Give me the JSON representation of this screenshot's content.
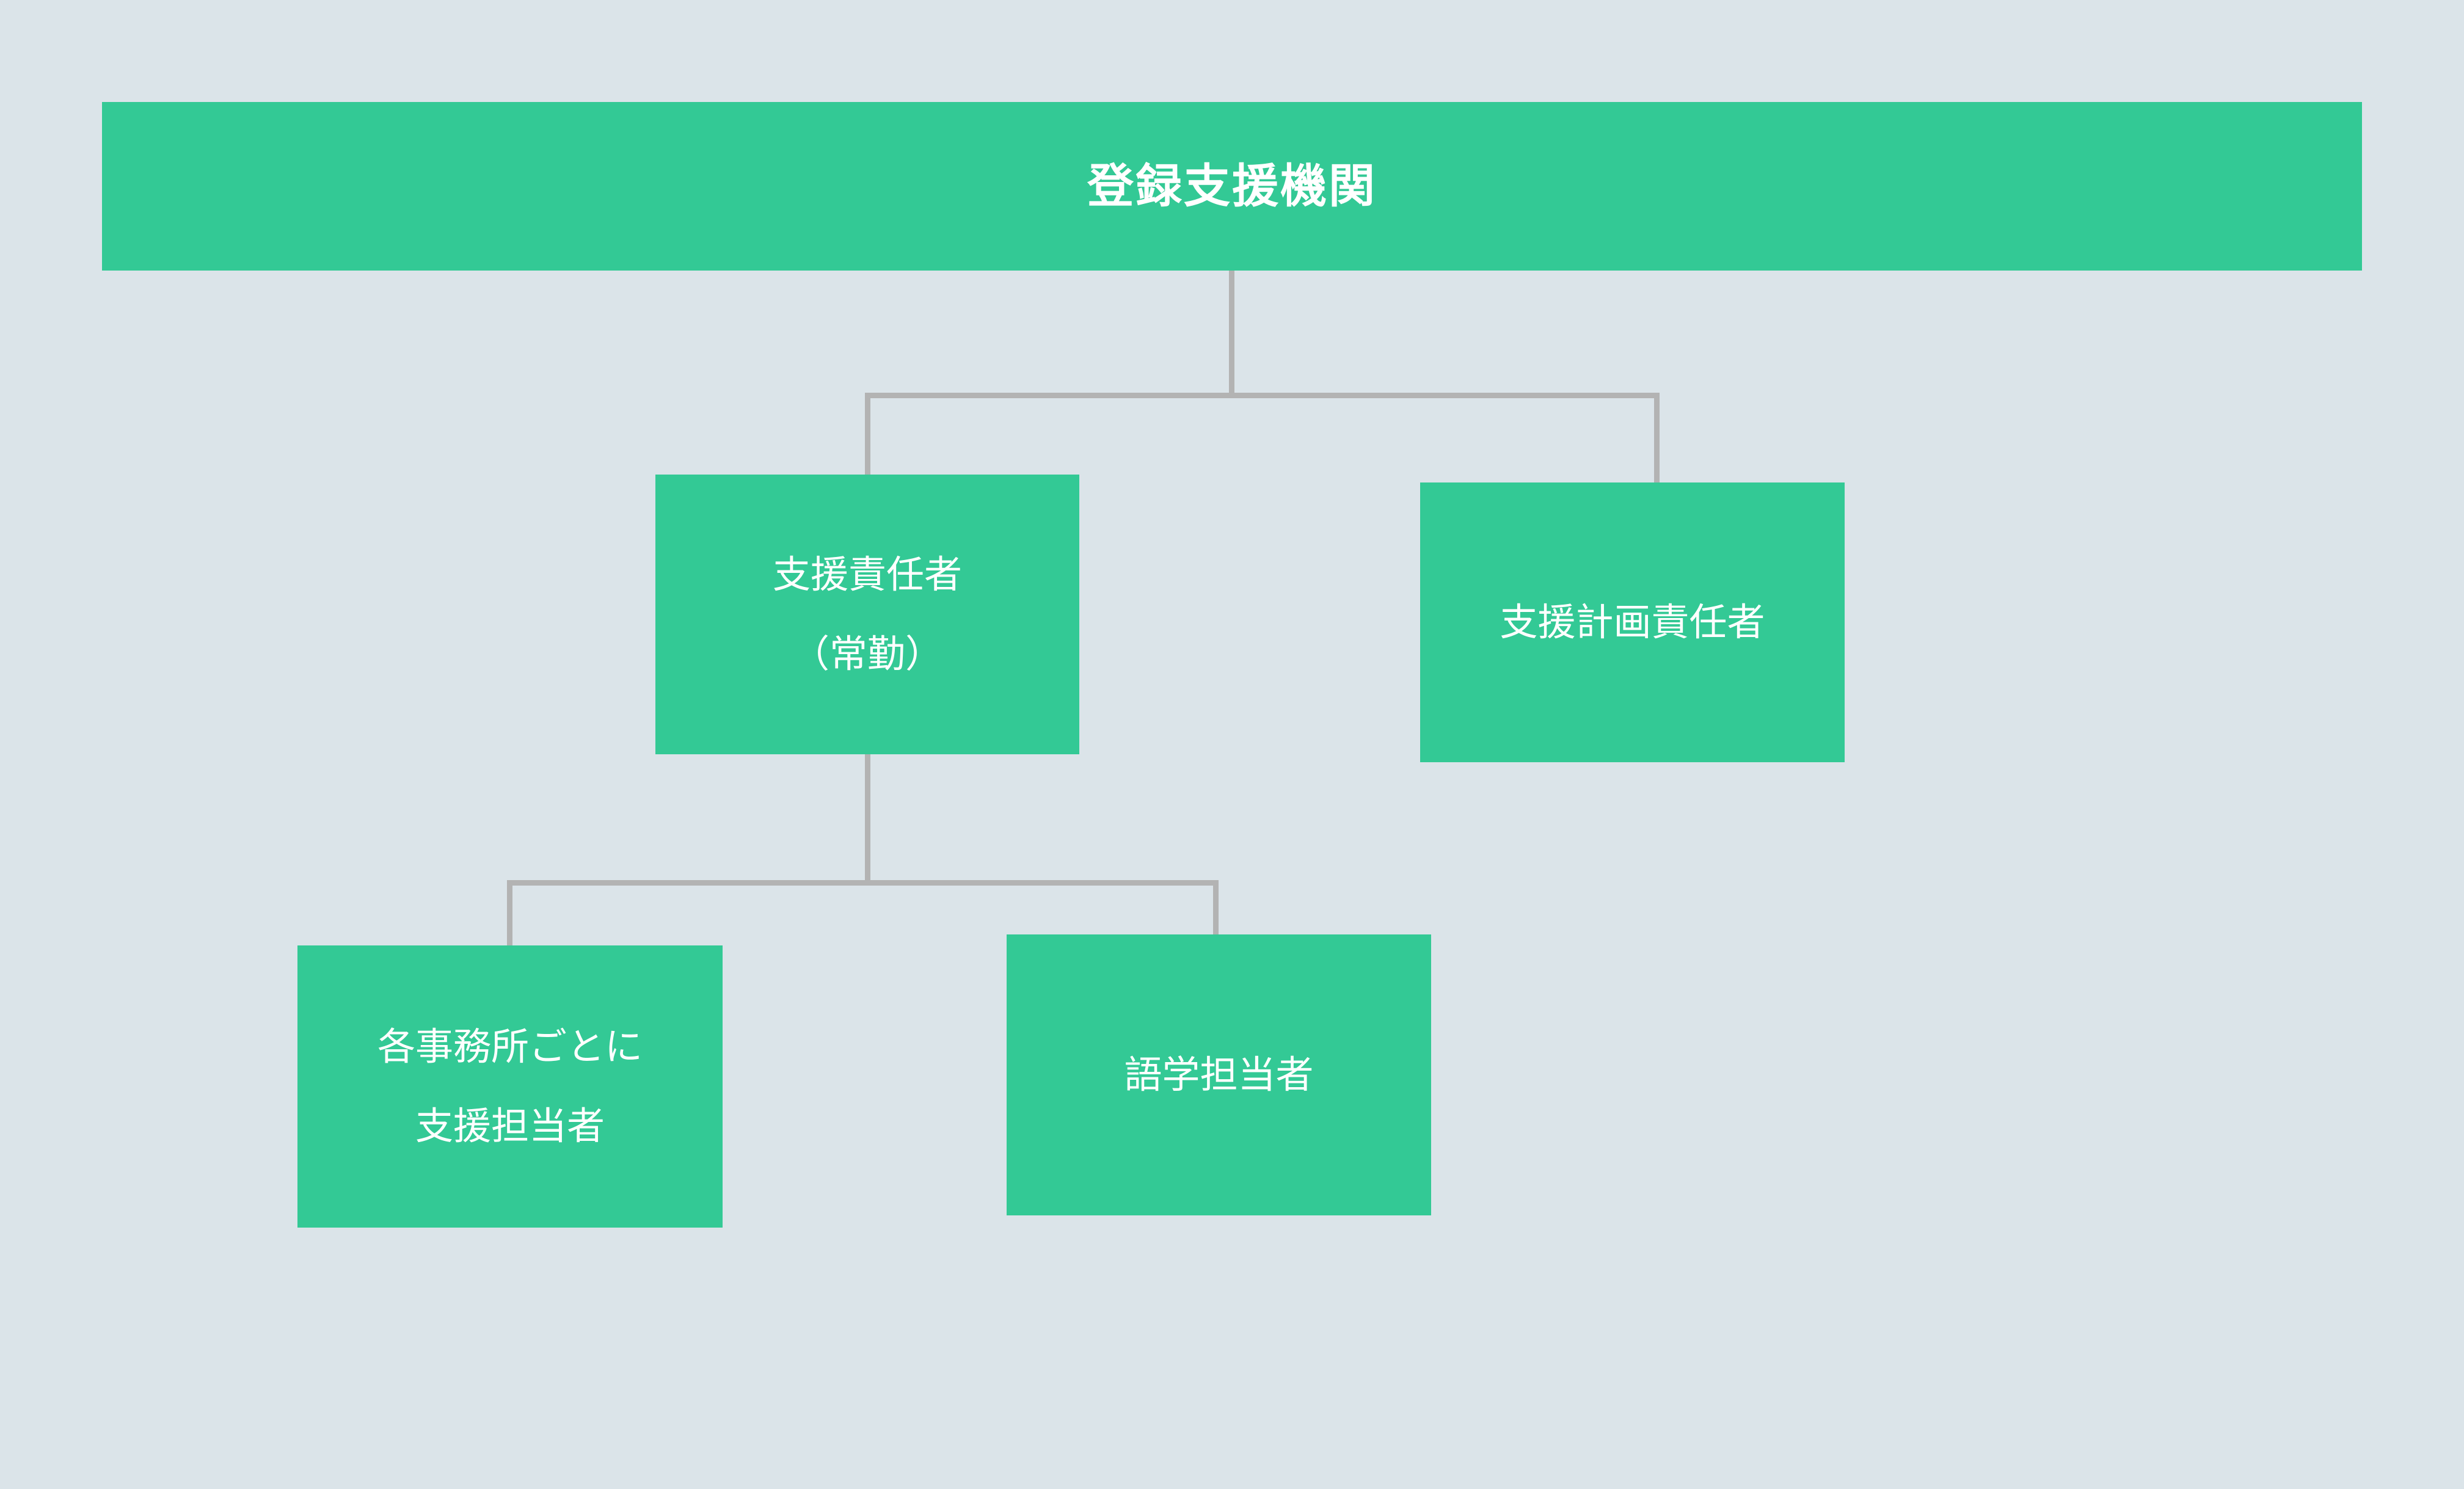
{
  "diagram": {
    "title": "登録支援機関",
    "type": "organization-chart",
    "background_color": "#dbe4e9",
    "node_color": "#33c995",
    "node_text_color": "#ffffff",
    "connector_color": "#b3b3b3",
    "nodes": {
      "root": {
        "label": "登録支援機関",
        "level": 1
      },
      "support_manager": {
        "line1": "支援責任者",
        "line2": "（常勤）",
        "level": 2
      },
      "support_plan_manager": {
        "line1": "支援計画責任者",
        "level": 2
      },
      "office_support_staff": {
        "line1": "各事務所ごとに",
        "line2": "支援担当者",
        "level": 3
      },
      "language_staff": {
        "line1": "語学担当者",
        "level": 3
      }
    }
  }
}
